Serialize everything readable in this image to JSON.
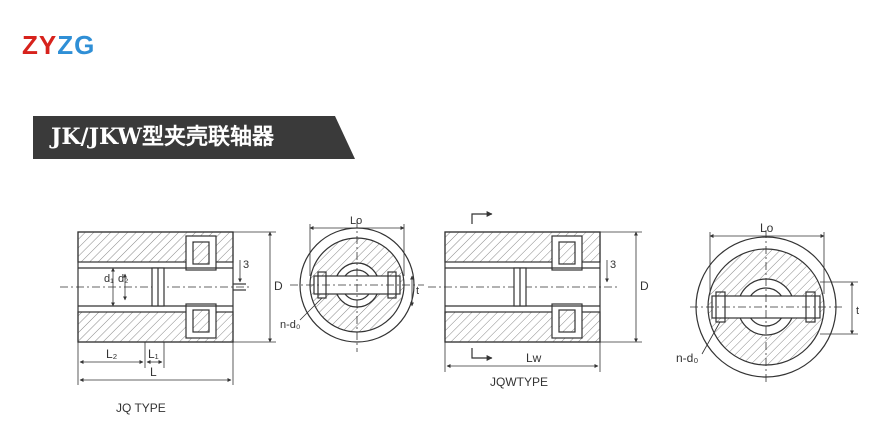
{
  "brand": {
    "logo_text_1": "ZY",
    "logo_text_2": "Z",
    "logo_text_3": "G"
  },
  "banner": {
    "title": "JK/JKW型夹壳联轴器"
  },
  "drawing": {
    "jq": {
      "caption": "JQ TYPE",
      "d1": "d₁",
      "d2": "d₂",
      "dim_3": "3",
      "D": "D",
      "L2": "L₂",
      "L1": "L₁",
      "L": "L"
    },
    "end_view_1": {
      "Lo": "Lo",
      "t": "t",
      "nd": "n-d₀"
    },
    "jqw": {
      "caption": "JQWTYPE",
      "dim_3": "3",
      "D": "D",
      "Lw": "Lw"
    },
    "end_view_2": {
      "Lo": "Lo",
      "t": "t",
      "nd": "n-d₀"
    }
  }
}
